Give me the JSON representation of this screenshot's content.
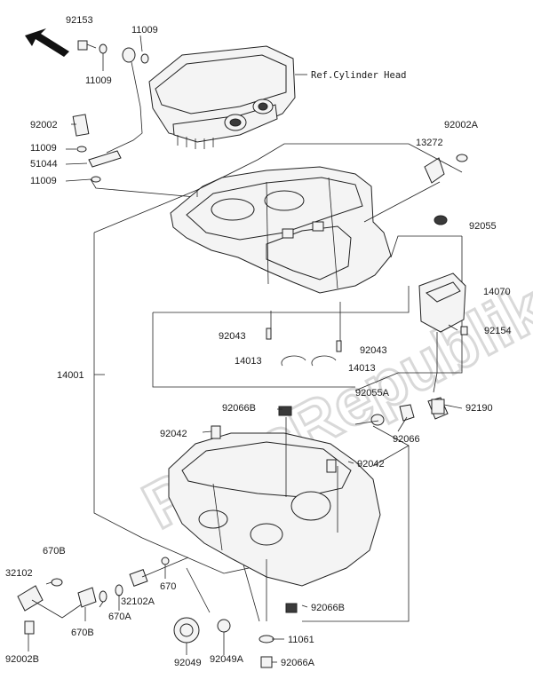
{
  "watermark": "PartsRepublik",
  "reference": "Ref.Cylinder Head",
  "labels": {
    "p92153": "92153",
    "p11009_a": "11009",
    "p11009_b": "11009",
    "p92002": "92002",
    "p11009_c": "11009",
    "p51044": "51044",
    "p11009_d": "11009",
    "p13272": "13272",
    "p92002A": "92002A",
    "p92055": "92055",
    "p14070": "14070",
    "p92154": "92154",
    "p92043_a": "92043",
    "p92043_b": "92043",
    "p14013_a": "14013",
    "p14013_b": "14013",
    "p14001": "14001",
    "p92066B_a": "92066B",
    "p92055A": "92055A",
    "p92190": "92190",
    "p92042_a": "92042",
    "p92066": "92066",
    "p92042_b": "92042",
    "p670B_a": "670B",
    "p32102": "32102",
    "p670": "670",
    "p32102A": "32102A",
    "p670A": "670A",
    "p670B_b": "670B",
    "p92066B_b": "92066B",
    "p92002B": "92002B",
    "p92049": "92049",
    "p92049A": "92049A",
    "p11061": "11061",
    "p92066A": "92066A"
  }
}
